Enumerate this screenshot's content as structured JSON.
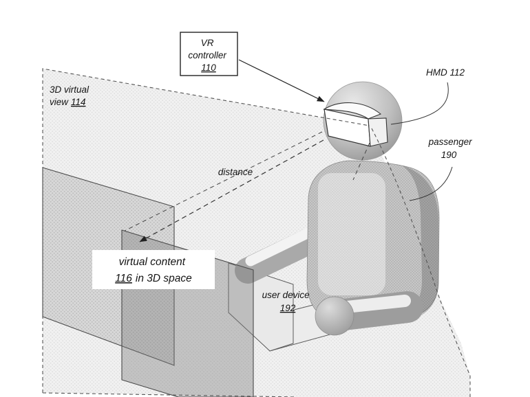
{
  "diagram": {
    "type": "patent_figure_vr_passenger",
    "colors": {
      "background": "#ffffff",
      "line": "#333333",
      "region_fill": "#f0f0f0",
      "plane_fill": "#d7d7d7",
      "content_plane_overlay": "#787878",
      "person_fill": "#c6c6c6",
      "label_text": "#141414",
      "label_box_bg": "#ffffff"
    },
    "labels": {
      "vr_controller": {
        "line1": "VR",
        "line2": "controller",
        "ref": "110"
      },
      "virtual_view": {
        "line1": "3D virtual",
        "line2": "view",
        "ref": "114"
      },
      "hmd": {
        "text": "HMD 112"
      },
      "passenger": {
        "line1": "passenger",
        "ref": "190"
      },
      "distance": {
        "text": "distance"
      },
      "virtual_content": {
        "line1": "virtual content",
        "ref": "116",
        "line2_rest": "in 3D space"
      },
      "user_device": {
        "line1": "user device",
        "ref": "192"
      }
    }
  }
}
